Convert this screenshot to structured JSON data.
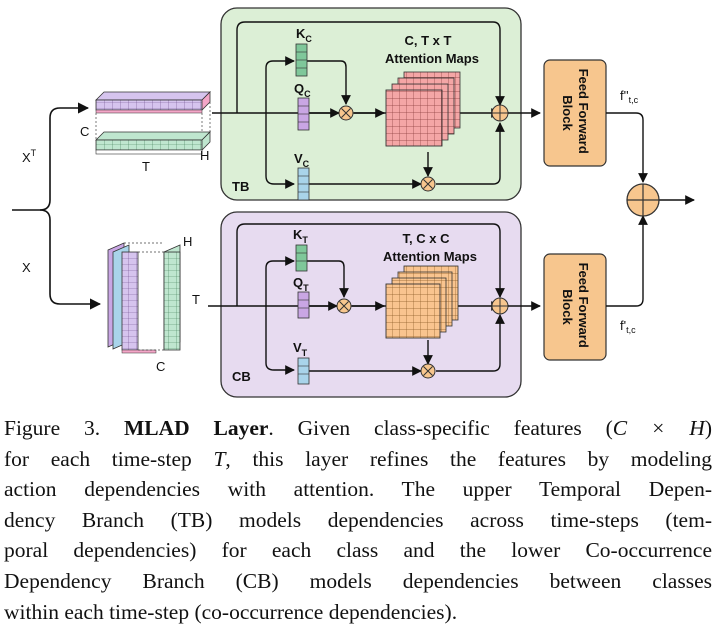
{
  "figure": {
    "input_labels": {
      "xt": "X",
      "xt_sup": "T",
      "x": "X"
    },
    "upper_tensor": {
      "c": "C",
      "t": "T",
      "h": "H"
    },
    "lower_tensor": {
      "h": "H",
      "t": "T",
      "c": "C"
    },
    "tb_branch": {
      "tag": "TB",
      "attn_line1": "C, T x T",
      "attn_line2": "Attention Maps",
      "k": "K",
      "k_sub": "C",
      "q": "Q",
      "q_sub": "C",
      "v": "V",
      "v_sub": "C"
    },
    "cb_branch": {
      "tag": "CB",
      "attn_line1": "T, C x C",
      "attn_line2": "Attention Maps",
      "k": "K",
      "k_sub": "T",
      "q": "Q",
      "q_sub": "T",
      "v": "V",
      "v_sub": "T"
    },
    "ff_upper": {
      "line1": "Feed Forward",
      "line2": "Block"
    },
    "ff_lower": {
      "line1": "Feed Forward",
      "line2": "Block"
    },
    "out_upper": {
      "f": "f",
      "rest": "''",
      "sub": "t,c"
    },
    "out_lower": {
      "f": "f",
      "rest": "'",
      "sub": "t,c"
    },
    "colors": {
      "tb_fill": "#dcefd6",
      "cb_fill": "#e7dbf0",
      "ff_fill": "#f7c68e",
      "k_color": "#7fc79a",
      "q_color": "#c9a6e4",
      "v_color": "#a9d4ea",
      "tb_map": "#f4a6a6",
      "cb_map": "#f9c48f"
    }
  },
  "caption": {
    "lines": [
      {
        "prefix": "Figure 3. ",
        "bold": "MLAD Layer",
        "rest": ".  Given class-specific features (",
        "math": "C × H",
        "end": ")"
      },
      {
        "a": "for each time-step ",
        "m": "T",
        "b": ", this layer refines the features by modeling"
      },
      {
        "text": "action dependencies with attention.  The upper Temporal Depen-"
      },
      {
        "text": "dency Branch (TB) models dependencies across time-steps (tem-"
      },
      {
        "text": "poral dependencies) for each class and the lower Co-occurrence"
      },
      {
        "text": "Dependency Branch (CB) models dependencies between classes"
      },
      {
        "text": "within each time-step (co-occurrence dependencies)."
      }
    ]
  }
}
